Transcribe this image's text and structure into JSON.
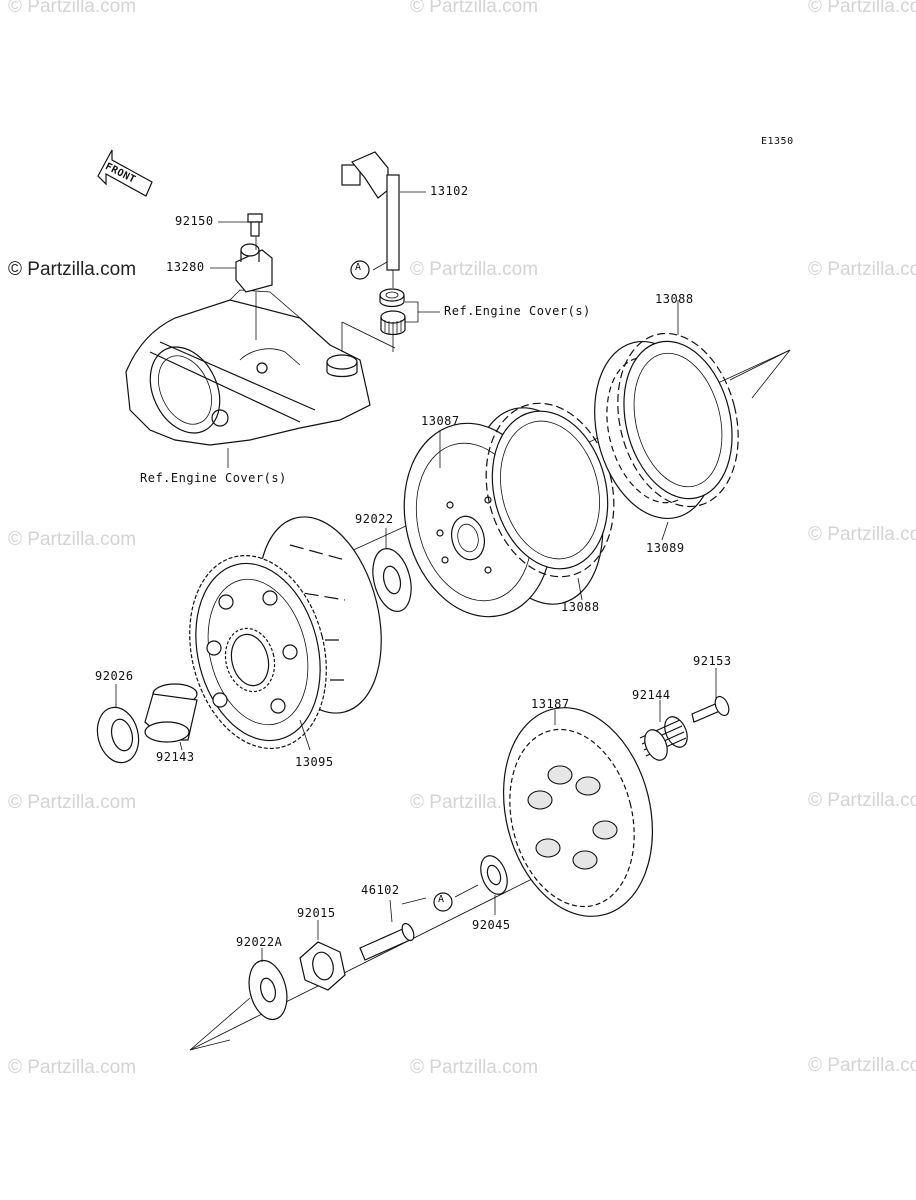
{
  "diagram_code": "E1350",
  "front_label": "FRONT",
  "watermark": "© Partzilla.com",
  "callouts": {
    "a_top": "A",
    "a_bottom": "A"
  },
  "parts": {
    "p13102": "13102",
    "p92150": "92150",
    "p13280": "13280",
    "ref_engine_cover_top": "Ref.Engine Cover(s)",
    "ref_engine_cover_bottom": "Ref.Engine Cover(s)",
    "p13088_top": "13088",
    "p13087": "13087",
    "p92022": "92022",
    "p13089": "13089",
    "p13088_bottom": "13088",
    "p92153": "92153",
    "p92144": "92144",
    "p13187": "13187",
    "p92026": "92026",
    "p92143": "92143",
    "p13095": "13095",
    "p46102": "46102",
    "p92015": "92015",
    "p92045": "92045",
    "p92022A": "92022A"
  }
}
